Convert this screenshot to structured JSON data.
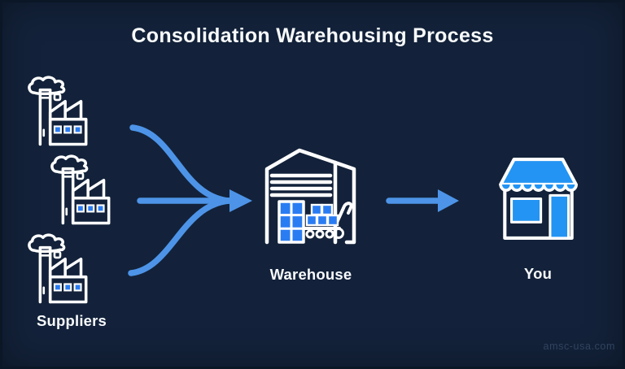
{
  "page": {
    "title": "Consolidation Warehousing Process"
  },
  "flow": {
    "source_group": {
      "label": "Suppliers",
      "node_count": 3,
      "icon": "factory-icon"
    },
    "hub": {
      "label": "Warehouse",
      "icon": "warehouse-icon"
    },
    "destination": {
      "label": "You",
      "icon": "storefront-icon"
    }
  },
  "watermark": {
    "text": "amsc-usa.com"
  },
  "colors": {
    "canvas_bg": "#13223A",
    "canvas_edge": "#0B1626",
    "icon_stroke": "#FFFFFF",
    "window_blue": "#2A7CF2",
    "store_blue": "#2394F3",
    "arrow_blue": "#4D94E8",
    "title_text": "#F8FAFC",
    "watermark_text": "#31445E"
  }
}
